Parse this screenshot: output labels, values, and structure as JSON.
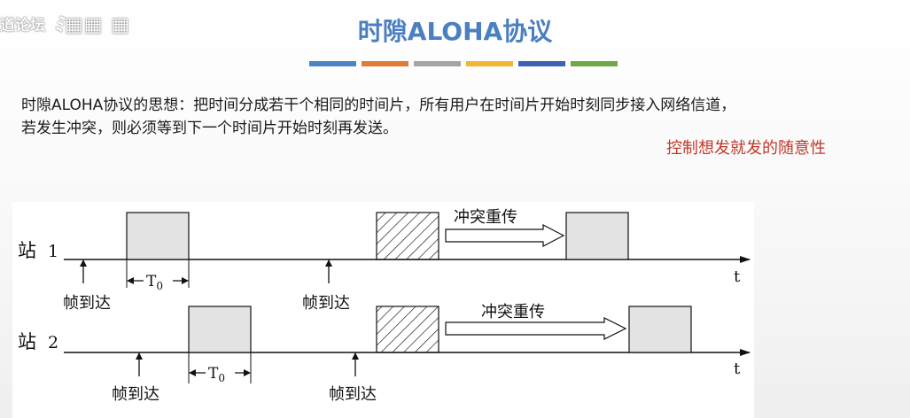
{
  "watermark": {
    "text": "道论坛",
    "logo": "ﾐ▦▦ ▦"
  },
  "title": "时隙ALOHA协议",
  "title_bar_colors": [
    "#4a86c5",
    "#e07b39",
    "#a5a5a5",
    "#f2b731",
    "#3a64b0",
    "#70a845"
  ],
  "description": {
    "line1": "时隙ALOHA协议的思想：把时间分成若干个相同的时间片，所有用户在时间片开始时刻同步接入网络信道，",
    "line2": "若发生冲突，则必须等到下一个时间片开始时刻再发送。"
  },
  "note": "控制想发就发的随意性",
  "diagram": {
    "station1": {
      "label": "站",
      "number": "1"
    },
    "station2": {
      "label": "站",
      "number": "2"
    },
    "time_axis_label": "t",
    "frame_arrival": "帧到达",
    "slot_label": "T",
    "slot_subscript": "0",
    "retransmit_label": "冲突重传",
    "colors": {
      "frame_fill": "#e3e3e3",
      "line": "#111111"
    }
  }
}
